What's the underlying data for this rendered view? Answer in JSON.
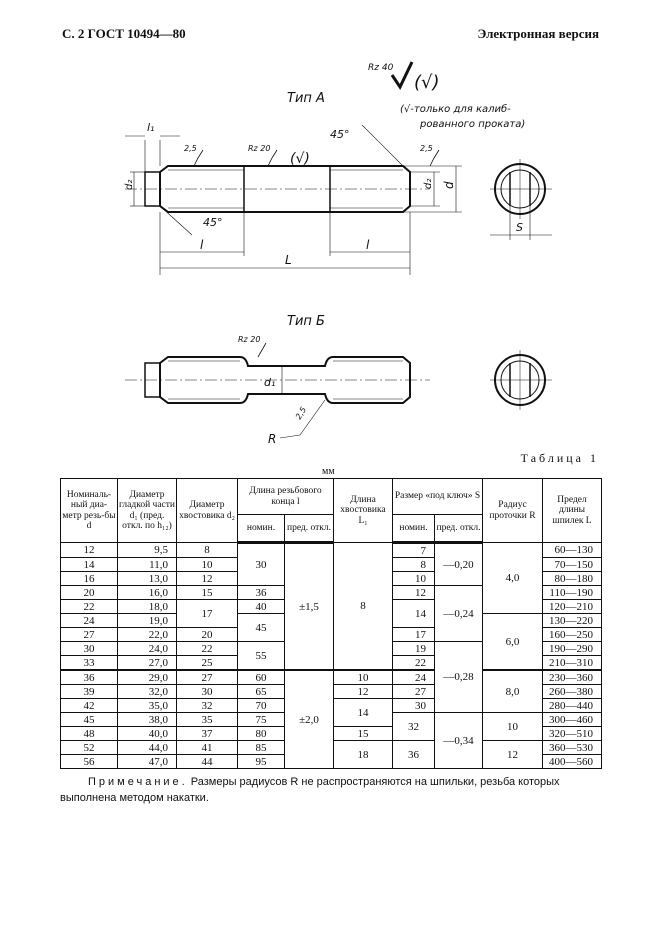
{
  "header": {
    "left": "С. 2 ГОСТ 10494—80",
    "right": "Электронная версия"
  },
  "drawing_a": {
    "title": "Тип А",
    "roughness_main": "Rz 40",
    "roughness_alt": "(√)",
    "note_line1": "(√-только для калиб-",
    "note_line2": "рованного проката)",
    "rough_left": "2,5",
    "rough_mid": "Rz 20",
    "rough_mid_alt": "(√)",
    "rough_right": "2,5",
    "angle_top": "45°",
    "angle_bottom": "45°",
    "dim_l1": "l₁",
    "dim_d2_left": "d₂",
    "dim_d2_right": "d₂",
    "dim_d": "d",
    "dim_l_left": "l",
    "dim_l_right": "l",
    "dim_L": "L",
    "dim_S": "S"
  },
  "drawing_b": {
    "title": "Тип Б",
    "rough_mid": "Rz 20",
    "rough_neck": "2,5",
    "dim_d1": "d₁",
    "dim_R": "R"
  },
  "table": {
    "caption": "Таблица 1",
    "unit": "мм",
    "headers": {
      "d": "Номиналь-ный диа-метр резь-бы d",
      "d1": "Диаметр гладкой части d₁ (пред. откл. по h₁₂)",
      "d2": "Диаметр хвостовика d₂",
      "l": "Длина резьбового конца l",
      "l_nom": "номин.",
      "l_tol": "пред. откл.",
      "L1": "Длина хвостовика L₁",
      "S": "Размер «под ключ» S",
      "S_nom": "номин.",
      "S_tol": "пред. откл.",
      "R": "Радиус проточки R",
      "L": "Предел длины шпилек L"
    },
    "rows": [
      [
        {
          "v": "12"
        },
        {
          "v": "9,5",
          "c": "right"
        },
        {
          "v": "8"
        },
        {
          "v": "30",
          "rs": 3
        },
        {
          "v": "±1,5",
          "rs": 9
        },
        {
          "v": "8",
          "rs": 9
        },
        {
          "v": "7",
          "c": "right"
        },
        {
          "v": "—0,20",
          "rs": 3
        },
        {
          "v": "4,0",
          "rs": 5
        },
        {
          "v": "60—130",
          "c": "right"
        }
      ],
      [
        {
          "v": "14"
        },
        {
          "v": "11,0",
          "c": "right"
        },
        {
          "v": "10"
        },
        {
          "v": "8",
          "c": "right"
        },
        {
          "v": "70—150",
          "c": "right"
        }
      ],
      [
        {
          "v": "16"
        },
        {
          "v": "13,0",
          "c": "right"
        },
        {
          "v": "12"
        },
        {
          "v": "10",
          "c": "right"
        },
        {
          "v": "80—180",
          "c": "right"
        }
      ],
      [
        {
          "v": "20"
        },
        {
          "v": "16,0",
          "c": "right"
        },
        {
          "v": "15"
        },
        {
          "v": "36"
        },
        {
          "v": "12",
          "c": "right"
        },
        {
          "v": "—0,24",
          "rs": 4
        },
        {
          "v": "110—190",
          "c": "right"
        }
      ],
      [
        {
          "v": "22"
        },
        {
          "v": "18,0",
          "c": "right"
        },
        {
          "v": "17",
          "rs": 2
        },
        {
          "v": "40"
        },
        {
          "v": "14",
          "rs": 2,
          "c": "right"
        },
        {
          "v": "120—210",
          "c": "right"
        }
      ],
      [
        {
          "v": "24"
        },
        {
          "v": "19,0",
          "c": "right"
        },
        {
          "v": "45",
          "rs": 2
        },
        {
          "v": "6,0",
          "rs": 4
        },
        {
          "v": "130—220",
          "c": "right"
        }
      ],
      [
        {
          "v": "27"
        },
        {
          "v": "22,0",
          "c": "right"
        },
        {
          "v": "20"
        },
        {
          "v": "17",
          "c": "right"
        },
        {
          "v": "160—250",
          "c": "right"
        }
      ],
      [
        {
          "v": "30"
        },
        {
          "v": "24,0",
          "c": "right"
        },
        {
          "v": "22"
        },
        {
          "v": "55",
          "rs": 2
        },
        {
          "v": "19",
          "c": "right"
        },
        {
          "v": "—0,28",
          "rs": 5
        },
        {
          "v": "190—290",
          "c": "right"
        }
      ],
      [
        {
          "v": "33"
        },
        {
          "v": "27,0",
          "c": "right"
        },
        {
          "v": "25"
        },
        {
          "v": "22",
          "c": "right"
        },
        {
          "v": "210—310",
          "c": "right"
        }
      ],
      [
        {
          "v": "36"
        },
        {
          "v": "29,0",
          "c": "right"
        },
        {
          "v": "27"
        },
        {
          "v": "60"
        },
        {
          "v": "±2,0",
          "rs": 7
        },
        {
          "v": "10"
        },
        {
          "v": "24",
          "c": "right"
        },
        {
          "v": "8,0",
          "rs": 3
        },
        {
          "v": "230—360",
          "c": "right"
        }
      ],
      [
        {
          "v": "39"
        },
        {
          "v": "32,0",
          "c": "right"
        },
        {
          "v": "30"
        },
        {
          "v": "65"
        },
        {
          "v": "12"
        },
        {
          "v": "27",
          "c": "right"
        },
        {
          "v": "260—380",
          "c": "right"
        }
      ],
      [
        {
          "v": "42"
        },
        {
          "v": "35,0",
          "c": "right"
        },
        {
          "v": "32"
        },
        {
          "v": "70"
        },
        {
          "v": "14",
          "rs": 2
        },
        {
          "v": "30",
          "c": "right"
        },
        {
          "v": "280—440",
          "c": "right"
        }
      ],
      [
        {
          "v": "45"
        },
        {
          "v": "38,0",
          "c": "right"
        },
        {
          "v": "35"
        },
        {
          "v": "75"
        },
        {
          "v": "32",
          "rs": 2
        },
        {
          "v": "—0,34",
          "rs": 4
        },
        {
          "v": "10",
          "rs": 2
        },
        {
          "v": "300—460",
          "c": "right"
        }
      ],
      [
        {
          "v": "48"
        },
        {
          "v": "40,0",
          "c": "right"
        },
        {
          "v": "37"
        },
        {
          "v": "80"
        },
        {
          "v": "15"
        },
        {
          "v": "320—510",
          "c": "right"
        }
      ],
      [
        {
          "v": "52"
        },
        {
          "v": "44,0",
          "c": "right"
        },
        {
          "v": "41"
        },
        {
          "v": "85"
        },
        {
          "v": "18",
          "rs": 2
        },
        {
          "v": "36",
          "rs": 2
        },
        {
          "v": "12",
          "rs": 2
        },
        {
          "v": "360—530",
          "c": "right"
        }
      ],
      [
        {
          "v": "56"
        },
        {
          "v": "47,0",
          "c": "right"
        },
        {
          "v": "44"
        },
        {
          "v": "95"
        },
        {
          "v": "400—560",
          "c": "right"
        }
      ]
    ]
  },
  "note": {
    "label": "Примечание.",
    "text": " Размеры радиусов R  не распространяются на шпильки, резьба которых выполнена методом накатки."
  }
}
